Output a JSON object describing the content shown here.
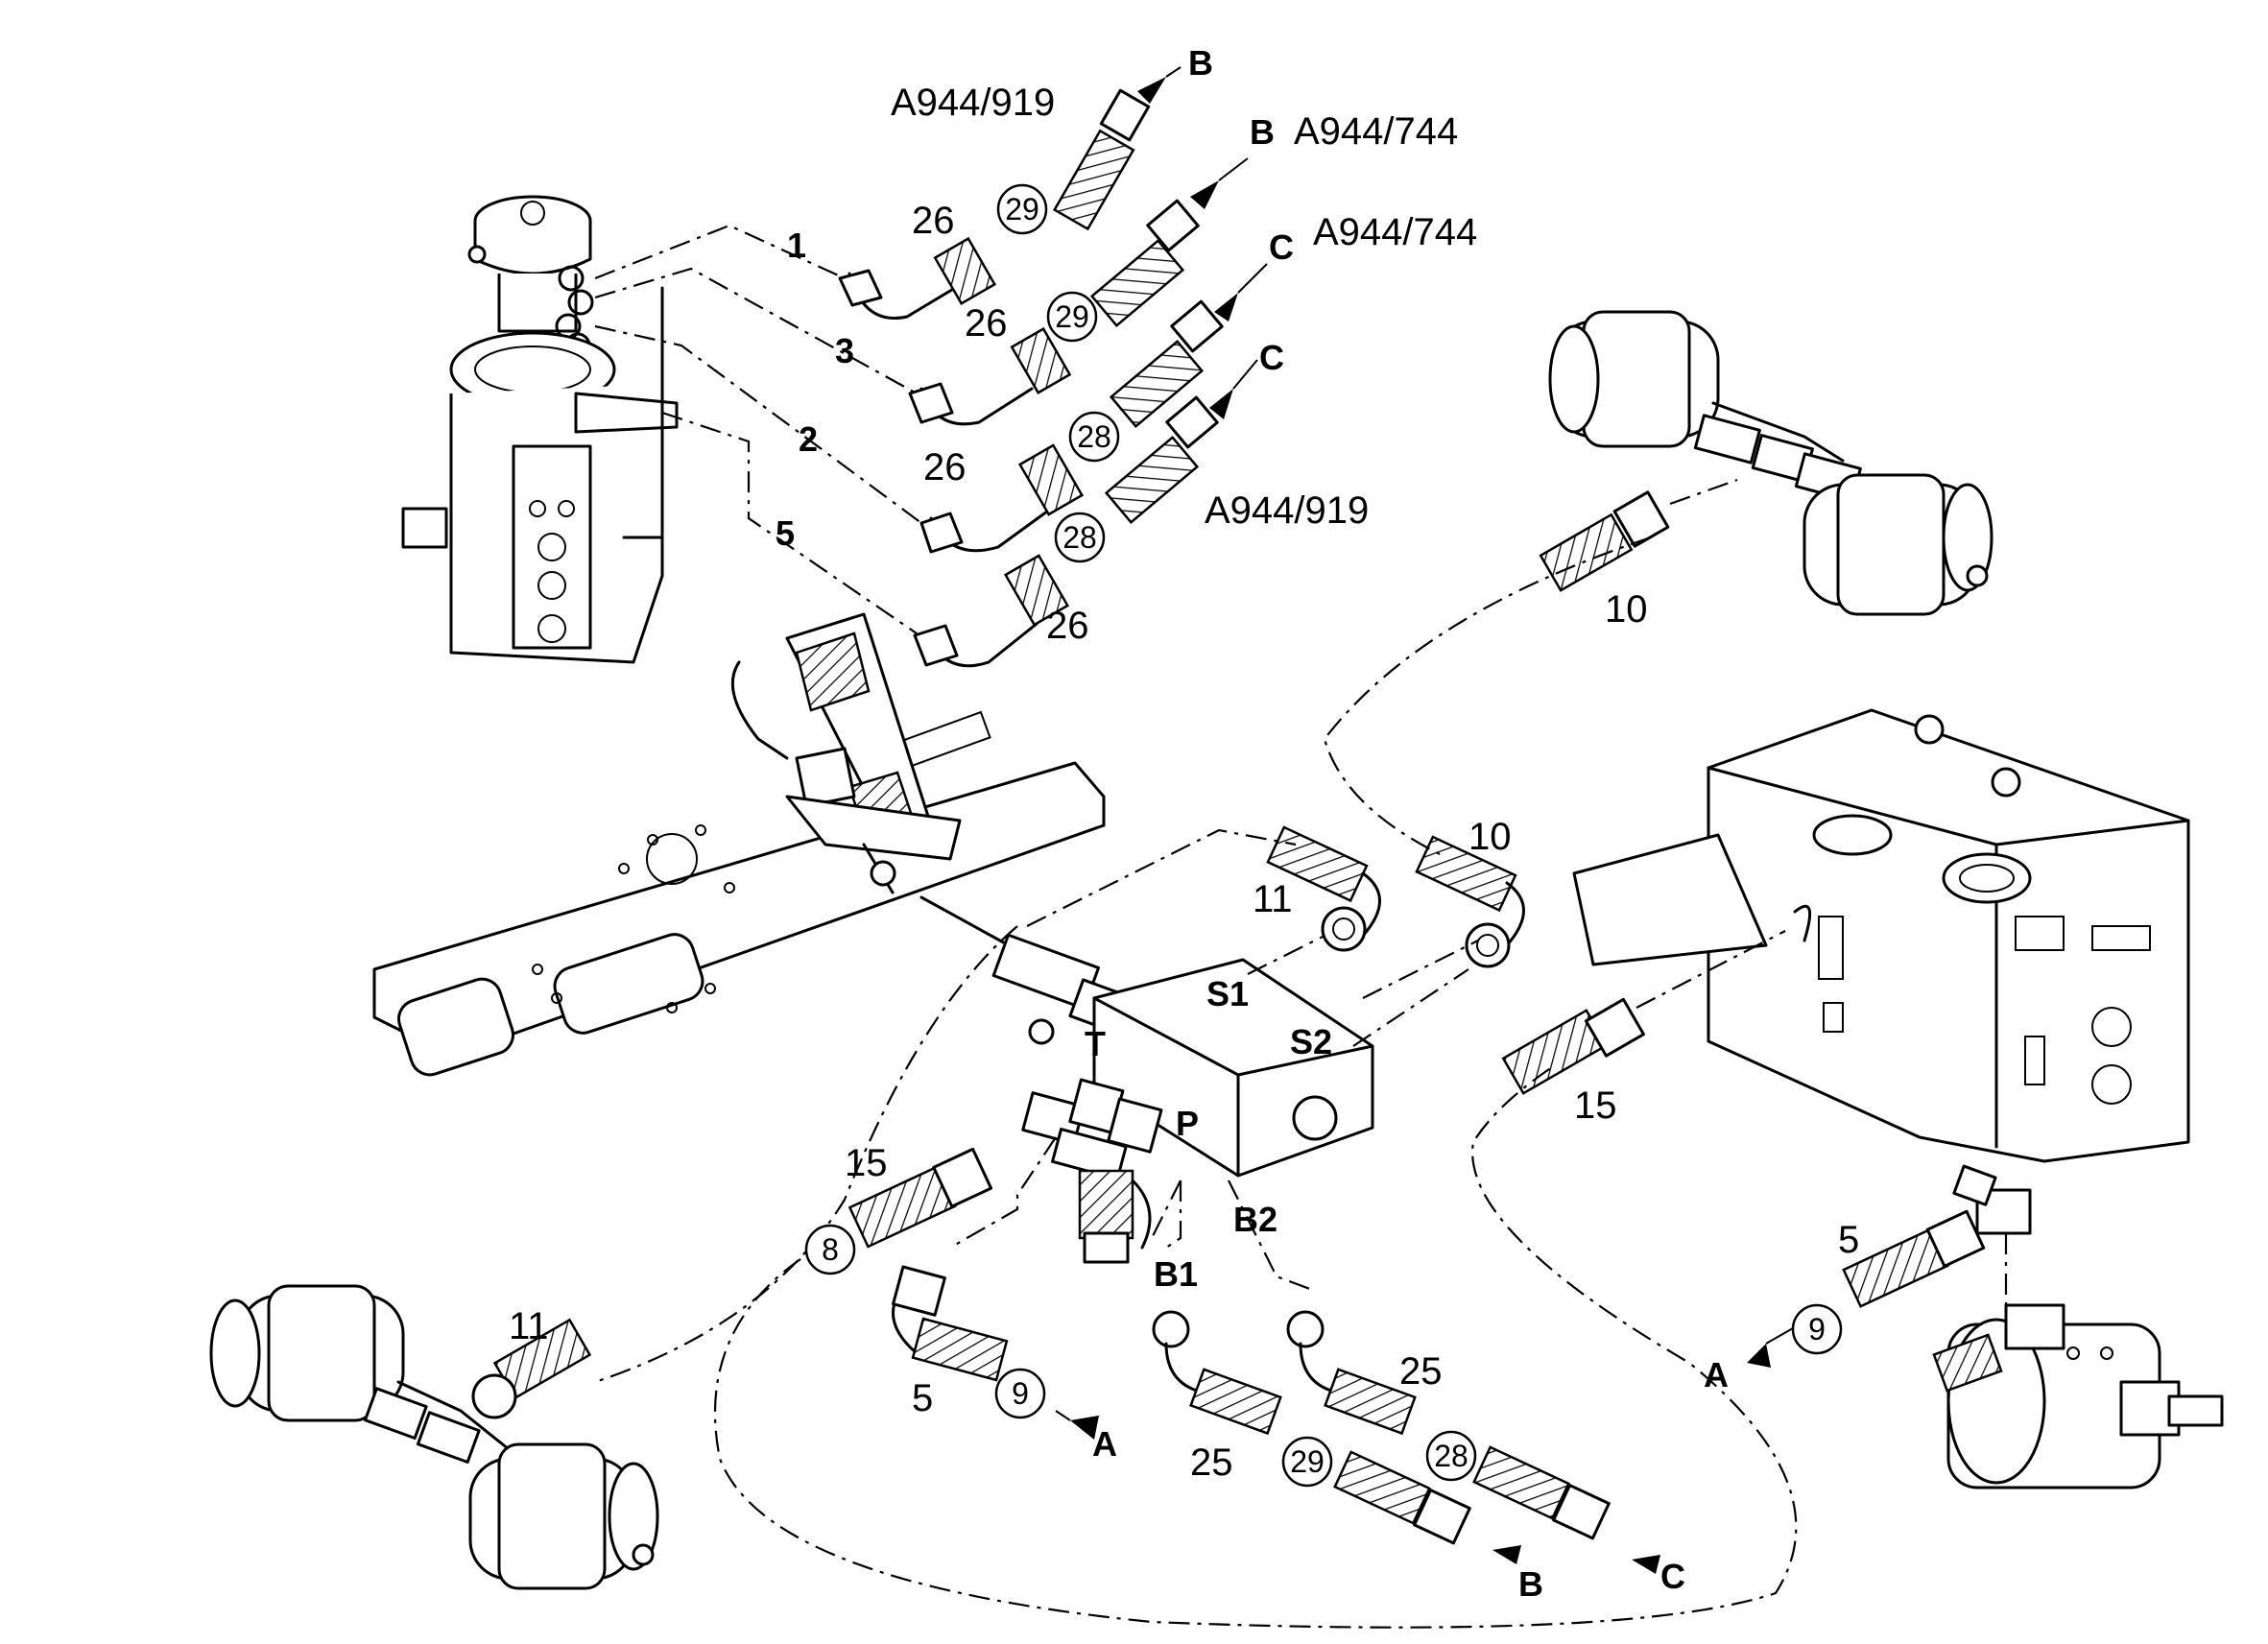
{
  "part_numbers": {
    "ref_a944_919_top": "A944/919",
    "ref_a944_744_a": "A944/744",
    "ref_a944_744_b": "A944/744",
    "ref_a944_919_mid": "A944/919"
  },
  "port_labels": {
    "s1": "S1",
    "s2": "S2",
    "t": "T",
    "p": "P",
    "b1": "B1",
    "b2": "B2"
  },
  "connection_letters": {
    "b_top": "B",
    "b_second": "B",
    "c_first": "C",
    "c_second": "C",
    "a_left": "A",
    "a_right": "A",
    "b_bottom": "B",
    "c_bottom": "C"
  },
  "line_numbers": {
    "l1": "1",
    "l3": "3",
    "l2": "2",
    "l5": "5"
  },
  "item_numbers": {
    "i26_a": "26",
    "i26_b": "26",
    "i26_c": "26",
    "i26_d": "26",
    "i10_a": "10",
    "i10_b": "10",
    "i11_a": "11",
    "i11_b": "11",
    "i15_a": "15",
    "i15_b": "15",
    "i5_a": "5",
    "i5_b": "5",
    "i25_a": "25",
    "i25_b": "25"
  },
  "circled_items": {
    "c29_a": "29",
    "c29_b": "29",
    "c28_a": "28",
    "c28_b": "28",
    "c8": "8",
    "c9_a": "9",
    "c9_b": "9",
    "c29_c": "29",
    "c28_c": "28"
  }
}
